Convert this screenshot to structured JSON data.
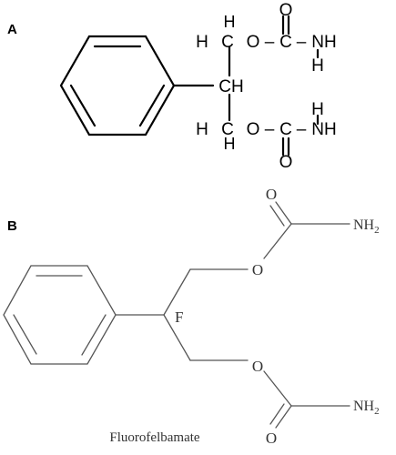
{
  "panels": [
    {
      "letter": "A",
      "atoms": {
        "h_top": "H",
        "c_top": "C",
        "h_top_left": "H",
        "o_top": "O",
        "dash_top_1": "–",
        "c_carbonyl_top": "C",
        "dash_top_2": "–",
        "nh_top": "NH",
        "h_top_amine": "H",
        "o_carbonyl_top": "O",
        "ch_center": "CH",
        "h_bottom_left": "H",
        "c_bottom": "C",
        "h_bottom": "H",
        "o_bottom": "O",
        "dash_bottom_1": "–",
        "c_carbonyl_bottom": "C",
        "dash_bottom_2": "–",
        "nh_bottom": "NH",
        "h_bottom_amine": "H",
        "o_carbonyl_bottom": "O"
      }
    },
    {
      "letter": "B",
      "name": "Fluorofelbamate",
      "atoms": {
        "o_carbonyl_top": "O",
        "nh2_top": "NH",
        "nh2_top_sub": "2",
        "o_ester_top": "O",
        "f": "F",
        "o_ester_bottom": "O",
        "nh2_bottom": "NH",
        "nh2_bottom_sub": "2",
        "o_carbonyl_bottom": "O"
      }
    }
  ],
  "colors": {
    "panel_a_bonds": "#000000",
    "panel_b_bonds": "#555555",
    "background": "#ffffff"
  }
}
